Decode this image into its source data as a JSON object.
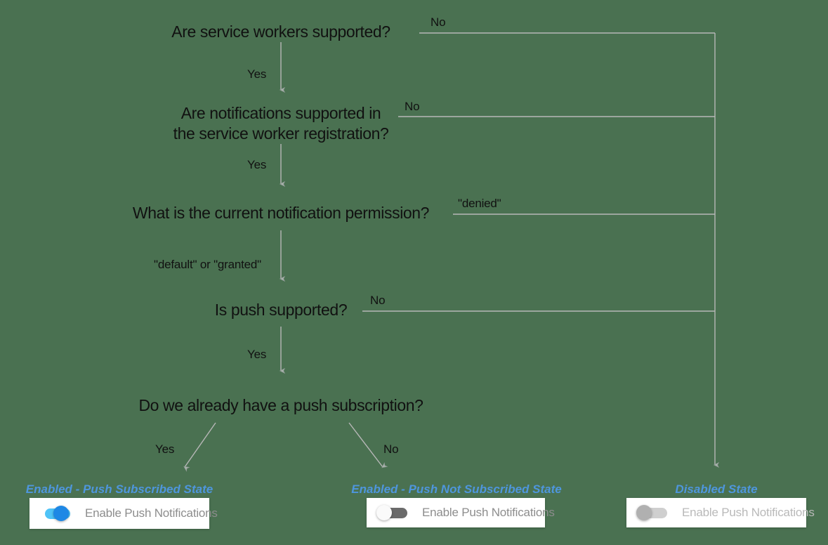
{
  "diagram": {
    "background_color": "#4a7151",
    "line_color": "#b7b7b7",
    "node_text_color": "#111111",
    "state_label_color": "#4e96dd",
    "title": "Push notification enablement decision flow",
    "nodes": [
      {
        "id": "sw",
        "text": "Are service workers supported?"
      },
      {
        "id": "notif_l1",
        "text": "Are notifications supported in"
      },
      {
        "id": "notif_l2",
        "text": "the service worker registration?"
      },
      {
        "id": "perm",
        "text": "What is the current notification permission?"
      },
      {
        "id": "push",
        "text": "Is push supported?"
      },
      {
        "id": "sub",
        "text": "Do we already have a push subscription?"
      }
    ],
    "edge_labels": {
      "sw_yes": "Yes",
      "sw_no": "No",
      "notif_yes": "Yes",
      "notif_no": "No",
      "perm_default_granted": "\"default\" or \"granted\"",
      "perm_denied": "\"denied\"",
      "push_yes": "Yes",
      "push_no": "No",
      "sub_yes": "Yes",
      "sub_no": "No"
    }
  },
  "states": [
    {
      "id": "enabled-push-subscribed",
      "label": "Enabled - Push Subscribed State",
      "toggle": {
        "state": "on",
        "track_color": "#4fc3f7",
        "knob_color": "#1e88e5"
      },
      "card_text": "Enable Push Notifications"
    },
    {
      "id": "enabled-push-not-subscribed",
      "label": "Enabled - Push Not Subscribed State",
      "toggle": {
        "state": "off",
        "track_color": "#6b6b6b",
        "knob_color": "#fafafa"
      },
      "card_text": "Enable Push Notifications"
    },
    {
      "id": "disabled",
      "label": "Disabled State",
      "toggle": {
        "state": "disabled",
        "track_color": "#cfcfcf",
        "knob_color": "#b0b0b0"
      },
      "card_text": "Enable Push Notifications"
    }
  ]
}
